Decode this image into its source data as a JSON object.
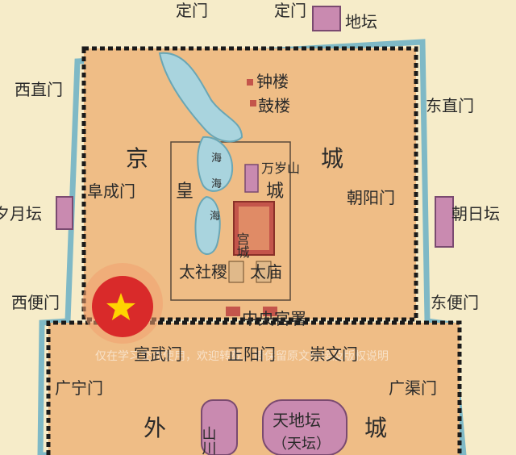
{
  "map": {
    "gates": {
      "top_left": "定门",
      "top_mid": "定门",
      "xizhimen": "西直门",
      "dongzhimen": "东直门",
      "fuchengmen": "阜成门",
      "chaoyangmen": "朝阳门",
      "xibianmen": "西便门",
      "dongbianmen": "东便门",
      "xuanwumen": "宣武门",
      "zhengyangmen": "正阳门",
      "chongwenmen": "崇文门",
      "guangningmen": "广宁门",
      "guangqumen": "广渠门"
    },
    "altars": {
      "ditan": "地坛",
      "yuetan": "夕月坛",
      "ritan": "朝日坛",
      "tiantan": "天地坛",
      "tiantan_sub": "（天坛）",
      "shanchuan": "山川"
    },
    "areas": {
      "jing": "京",
      "cheng": "城",
      "huang": "皇",
      "cheng2": "城",
      "gongcheng": "宫城",
      "wai": "外",
      "waicheng": "城",
      "zhonglou": "钟楼",
      "gulou": "鼓楼",
      "wansuishan": "万岁山",
      "taimiao": "太庙",
      "sheji": "太社稷",
      "zhongyangguanshu": "中央官署",
      "hai_1": "海",
      "hai_2": "海",
      "hai_3": "海"
    },
    "watermark": "仅在学习交流使用，欢迎转载，请保留原文链接及版权说明",
    "colors": {
      "land": "#f3e4b8",
      "city": "#eebd85",
      "moat": "#93c8d0",
      "wall": "#1a1a1a",
      "building": "#c98ab0",
      "gongcheng": "#c4554b",
      "star_bg": "#d92a2a",
      "star": "#ffd400"
    }
  }
}
